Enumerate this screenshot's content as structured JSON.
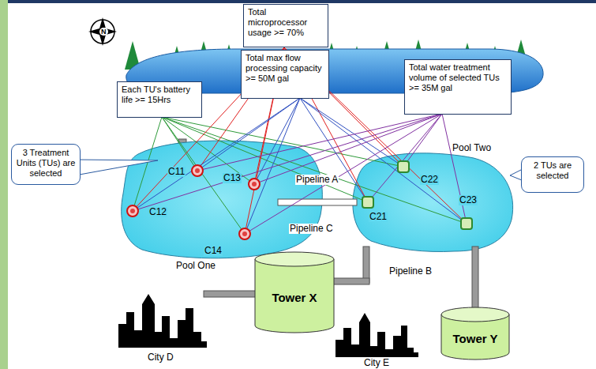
{
  "diagram": {
    "nodes": [
      {
        "text": [
          "Total microprocessor usage >= 70%"
        ]
      },
      {
        "text": [
          "Each TU's battery life >= 15Hrs"
        ]
      },
      {
        "text": [
          "Total max flow processing capacity >= 50M gal"
        ]
      },
      {
        "text": [
          "Total water treatment volume of selected TUs >= 35M gal"
        ]
      },
      {
        "text": [
          "3 Treatment Units (TUs) are selected"
        ]
      },
      {
        "text": [
          "2 TUs are selected"
        ]
      },
      {
        "text": [
          "Tower X"
        ]
      },
      {
        "text": [
          "Tower Y"
        ]
      }
    ],
    "labels": [
      "N",
      "C11",
      "C12",
      "C13",
      "C14",
      "C21",
      "C22",
      "C23",
      "Pipeline A",
      "Pipeline C",
      "Pipeline B",
      "Pool One",
      "Pool Two",
      "City D",
      "City E"
    ]
  }
}
